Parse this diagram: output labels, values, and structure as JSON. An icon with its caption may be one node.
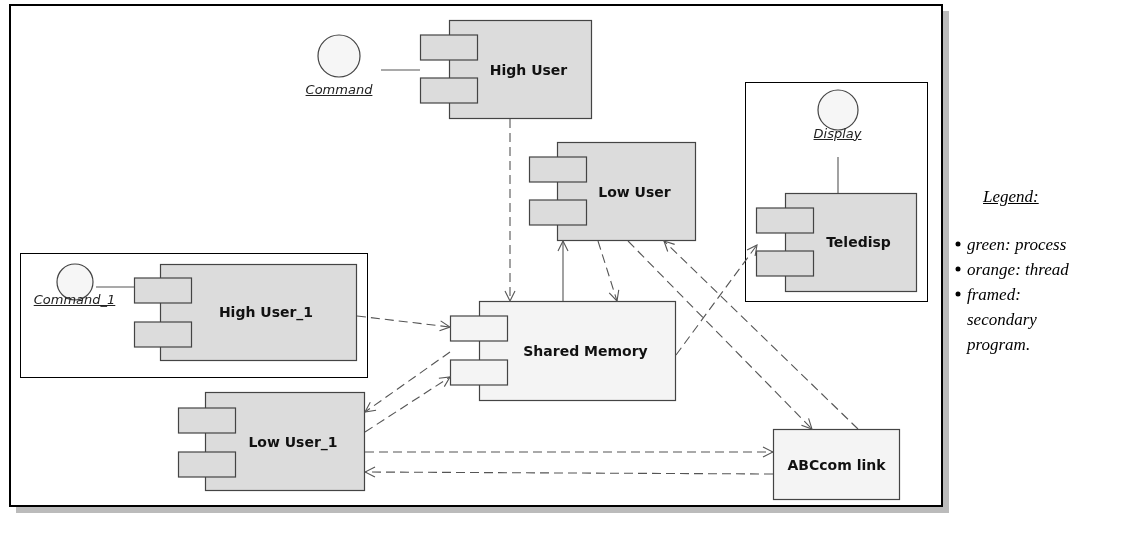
{
  "diagram": {
    "nodes": [
      {
        "text": [
          "Command"
        ]
      },
      {
        "text": [
          "High User"
        ]
      },
      {
        "text": [
          "Low User"
        ]
      },
      {
        "text": [],
        "shape": "box"
      },
      {
        "text": [
          "Display"
        ],
        "in": 3
      },
      {
        "text": [
          "Teledisp"
        ],
        "in": 3
      },
      {
        "text": [],
        "shape": "box"
      },
      {
        "text": [
          "Command_1"
        ],
        "in": 6
      },
      {
        "text": [
          "High User_1"
        ],
        "in": 6
      },
      {
        "text": [
          "Shared Memory"
        ]
      },
      {
        "text": [
          "Low User_1"
        ]
      },
      {
        "text": [
          "ABCcom link"
        ]
      }
    ],
    "edges": [
      {
        "from": 0,
        "to": 1,
        "arrow": "none"
      },
      {
        "from": 4,
        "to": 5,
        "arrow": "none"
      },
      {
        "from": 7,
        "to": 8,
        "arrow": "none"
      },
      {
        "from": 1,
        "to": 9,
        "arrow": "to",
        "style": "dashed"
      },
      {
        "from": 9,
        "to": 2,
        "arrow": "to"
      },
      {
        "from": 2,
        "to": 9,
        "arrow": "to",
        "style": "dashed"
      },
      {
        "from": 2,
        "to": 11,
        "arrow": "to",
        "style": "dashed"
      },
      {
        "from": 11,
        "to": 2,
        "arrow": "to",
        "style": "dashed"
      },
      {
        "from": 9,
        "to": 5,
        "arrow": "to",
        "style": "dashed"
      },
      {
        "from": 8,
        "to": 9,
        "arrow": "to",
        "style": "dashed"
      },
      {
        "from": 9,
        "to": 10,
        "arrow": "to",
        "style": "dashed"
      },
      {
        "from": 10,
        "to": 9,
        "arrow": "to",
        "style": "dashed"
      },
      {
        "from": 10,
        "to": 11,
        "arrow": "to",
        "style": "dashed"
      },
      {
        "from": 11,
        "to": 10,
        "arrow": "to",
        "style": "dashed"
      }
    ],
    "labels": [
      "Legend:"
    ],
    "legend": [
      {
        "text": "green: process"
      },
      {
        "text": "orange: thread"
      },
      {
        "text": "framed: secondary program."
      }
    ]
  }
}
